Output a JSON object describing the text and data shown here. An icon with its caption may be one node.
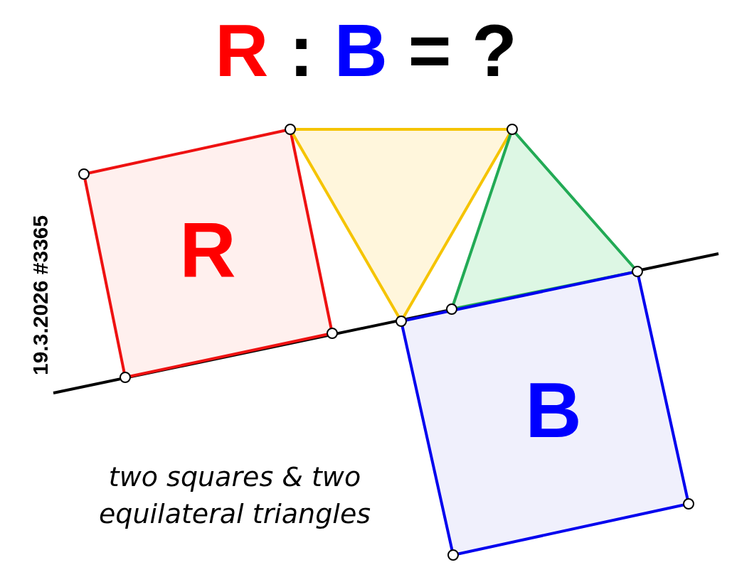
{
  "diagram": {
    "title": "R : B = ?",
    "labels": [
      "R",
      "B",
      "19.3.2026 #3365",
      "two squares & two equilateral triangles"
    ]
  }
}
